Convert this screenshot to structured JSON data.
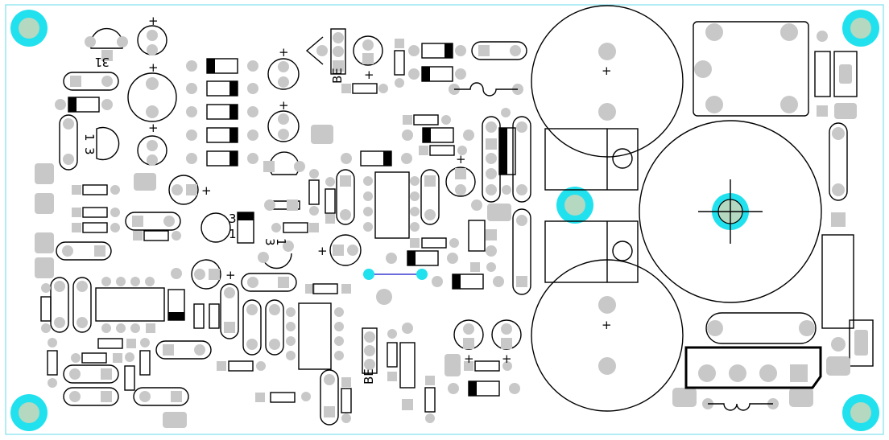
{
  "colors": {
    "background": "#ffffff",
    "outline": "#7fe0ec",
    "mounting_ring": "#22e1ee",
    "mounting_hole": "#b4d8c0",
    "pad": "#c8c8c8",
    "silkscreen": "#000000",
    "trace": "#3a3acf"
  },
  "labels": {
    "plus": "+",
    "one": "1",
    "three": "3",
    "transistor_top": "BE",
    "transistor_bottom": "BE"
  }
}
